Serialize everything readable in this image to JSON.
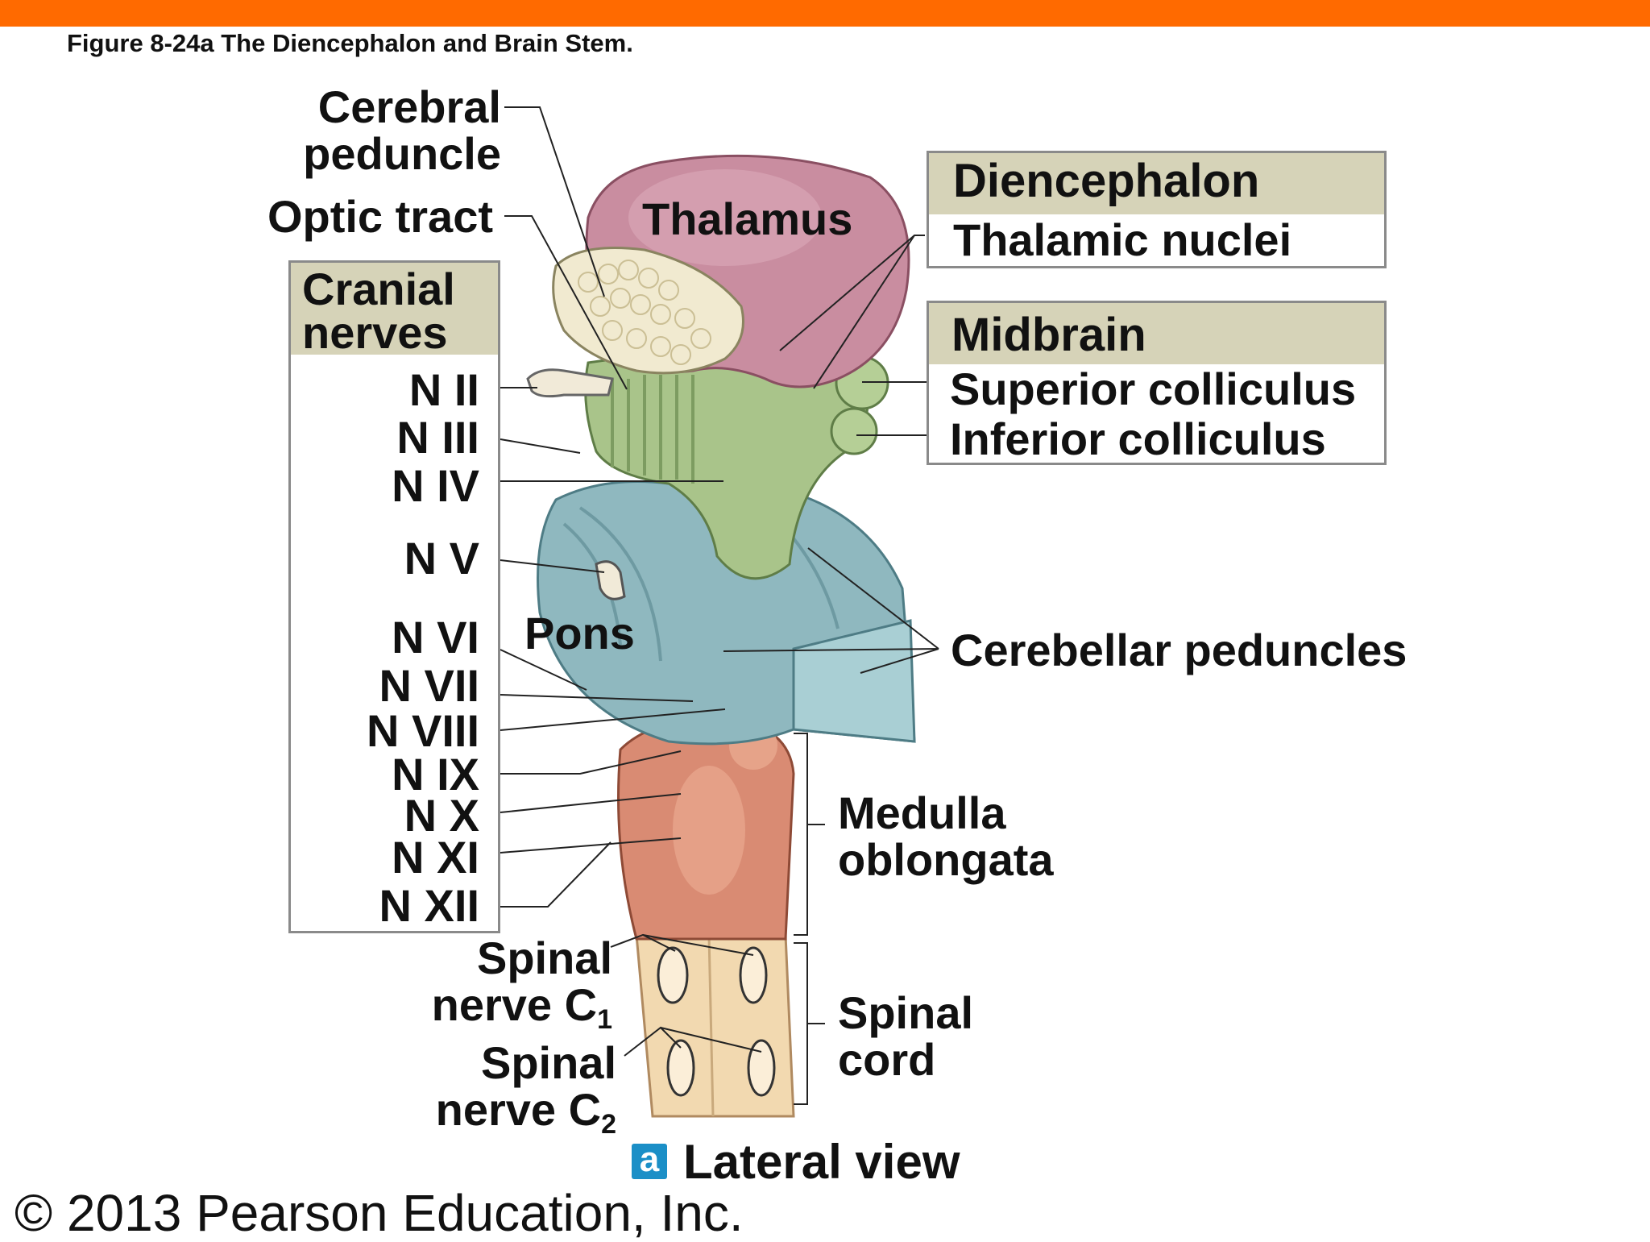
{
  "figure_title": "Figure 8-24a  The Diencephalon and Brain Stem.",
  "labels": {
    "cerebral_peduncle": [
      "Cerebral",
      "peduncle"
    ],
    "optic_tract": "Optic tract",
    "thalamus": "Thalamus",
    "pons": "Pons",
    "cerebellar_peduncles": "Cerebellar peduncles",
    "medulla": [
      "Medulla",
      "oblongata"
    ],
    "spinal_cord": [
      "Spinal",
      "cord"
    ],
    "spinal_nerve_c1": [
      "Spinal",
      "nerve C",
      "1"
    ],
    "spinal_nerve_c2": [
      "Spinal",
      "nerve C",
      "2"
    ]
  },
  "cranial_box": {
    "title": [
      "Cranial",
      "nerves"
    ],
    "nerves": [
      "N II",
      "N III",
      "N IV",
      "N V",
      "N VI",
      "N VII",
      "N VIII",
      "N IX",
      "N X",
      "N XI",
      "N XII"
    ]
  },
  "diencephalon_box": {
    "title": "Diencephalon",
    "items": [
      "Thalamic nuclei"
    ]
  },
  "midbrain_box": {
    "title": "Midbrain",
    "items": [
      "Superior colliculus",
      "Inferior colliculus"
    ]
  },
  "view_badge": "a",
  "view_label": "Lateral view",
  "copyright": "© 2013 Pearson Education, Inc.",
  "colors": {
    "header_bar": "#ff6a00",
    "box_header": "#d6d3b8",
    "thalamus": "#c98da0",
    "midbrain": "#a9c48a",
    "pons": "#8fb8bf",
    "medulla": "#d98b73",
    "spinal_cord": "#f2d9b0"
  }
}
